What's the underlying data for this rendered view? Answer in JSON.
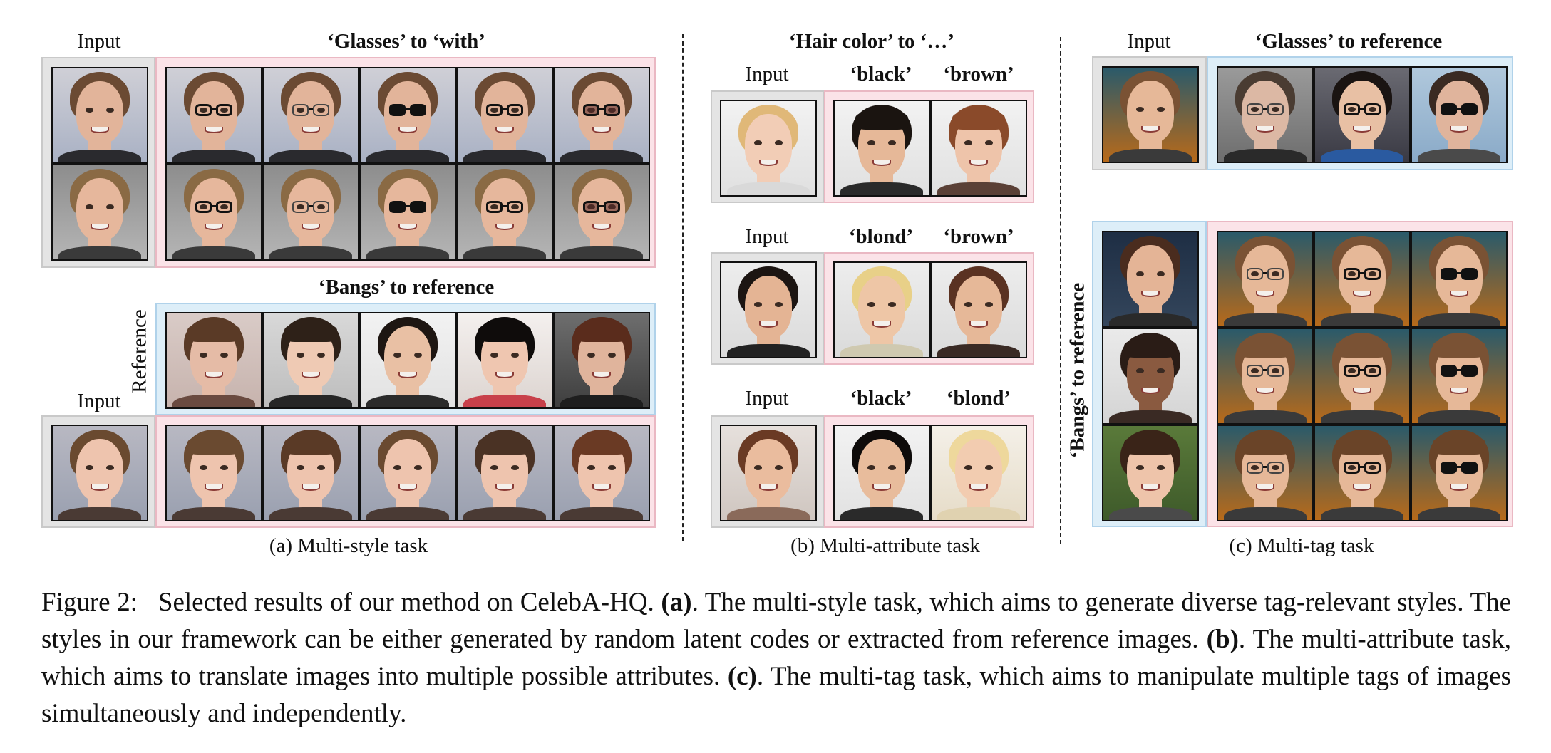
{
  "section_a": {
    "input_label": "Input",
    "glasses_title": "‘Glasses’ to ‘with’",
    "bangs_title": "‘Bangs’ to reference",
    "reference_label": "Reference",
    "input_label_2": "Input",
    "caption": "(a) Multi-style task"
  },
  "section_b": {
    "title": "‘Hair color’ to ‘…’",
    "rows": [
      {
        "input": "Input",
        "t1": "‘black’",
        "t2": "‘brown’"
      },
      {
        "input": "Input",
        "t1": "‘blond’",
        "t2": "‘brown’"
      },
      {
        "input": "Input",
        "t1": "‘black’",
        "t2": "‘blond’"
      }
    ],
    "caption": "(b) Multi-attribute task"
  },
  "section_c": {
    "input_label": "Input",
    "glasses_title": "‘Glasses’ to reference",
    "bangs_label": "‘Bangs’ to reference",
    "caption": "(c) Multi-tag task"
  },
  "figure_caption": {
    "label": "Figure 2:",
    "s1": "Selected results of our method on CelebA-HQ.",
    "a": "(a)",
    "s2": ". The multi-style task, which aims to generate diverse tag-relevant styles. The styles in our framework can be either generated by random latent codes or extracted from reference images.",
    "b": "(b)",
    "s3": ". The multi-attribute task, which aims to translate images into multiple possible attributes.",
    "c": "(c)",
    "s4": ". The multi-tag task, which aims to manipulate multiple tags of images simultaneously and independently."
  }
}
